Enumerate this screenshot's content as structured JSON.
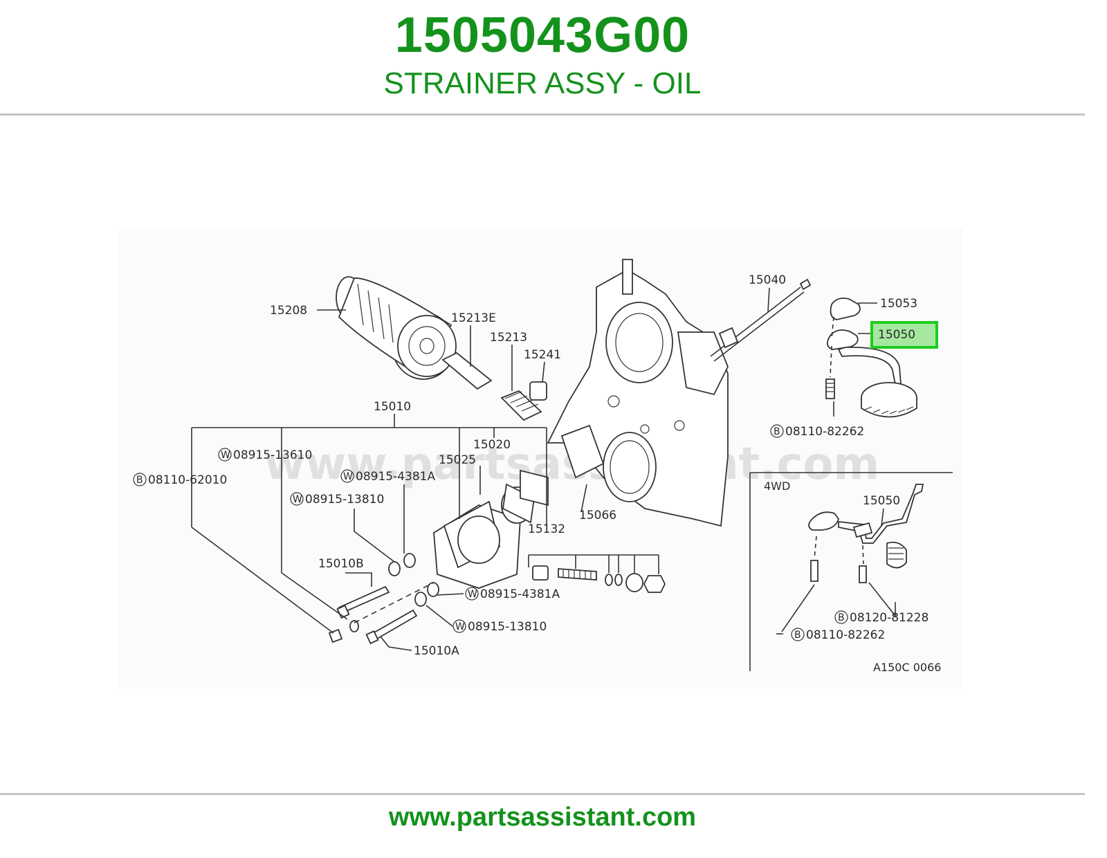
{
  "header": {
    "part_number": "1505043G00",
    "part_name": "STRAINER ASSY - OIL"
  },
  "colors": {
    "brand_green": "#14921c",
    "highlight_border": "#1fcc1f",
    "highlight_fill": "#a6e8a0",
    "divider": "#c4c4c4"
  },
  "diagram": {
    "watermark": "www.partsassistant.com",
    "inset_label": "4WD",
    "figure_code": "A150C 0066",
    "highlighted_part": "15050",
    "callouts": {
      "c15208": "15208",
      "c15213E": "15213E",
      "c15213": "15213",
      "c15241": "15241",
      "c15010": "15010",
      "c15020": "15020",
      "c15025": "15025",
      "c15040": "15040",
      "c15053": "15053",
      "c15050": "15050",
      "c08110_82262": "08110-82262",
      "c08915_13610": "08915-13610",
      "c08110_62010": "08110-62010",
      "c08915_4381A_top": "08915-4381A",
      "c08915_13810_top": "08915-13810",
      "c15066": "15066",
      "c15132": "15132",
      "c15010B": "15010B",
      "c08915_4381A_bot": "08915-4381A",
      "c08915_13810_bot": "08915-13810",
      "c15010A": "15010A",
      "c4wd_15050": "15050",
      "c08120_81228": "08120-81228",
      "c4wd_08110_82262": "08110-82262"
    },
    "symbols": {
      "bolt": "B",
      "washer": "W"
    }
  },
  "footer": {
    "url": "www.partsassistant.com"
  }
}
